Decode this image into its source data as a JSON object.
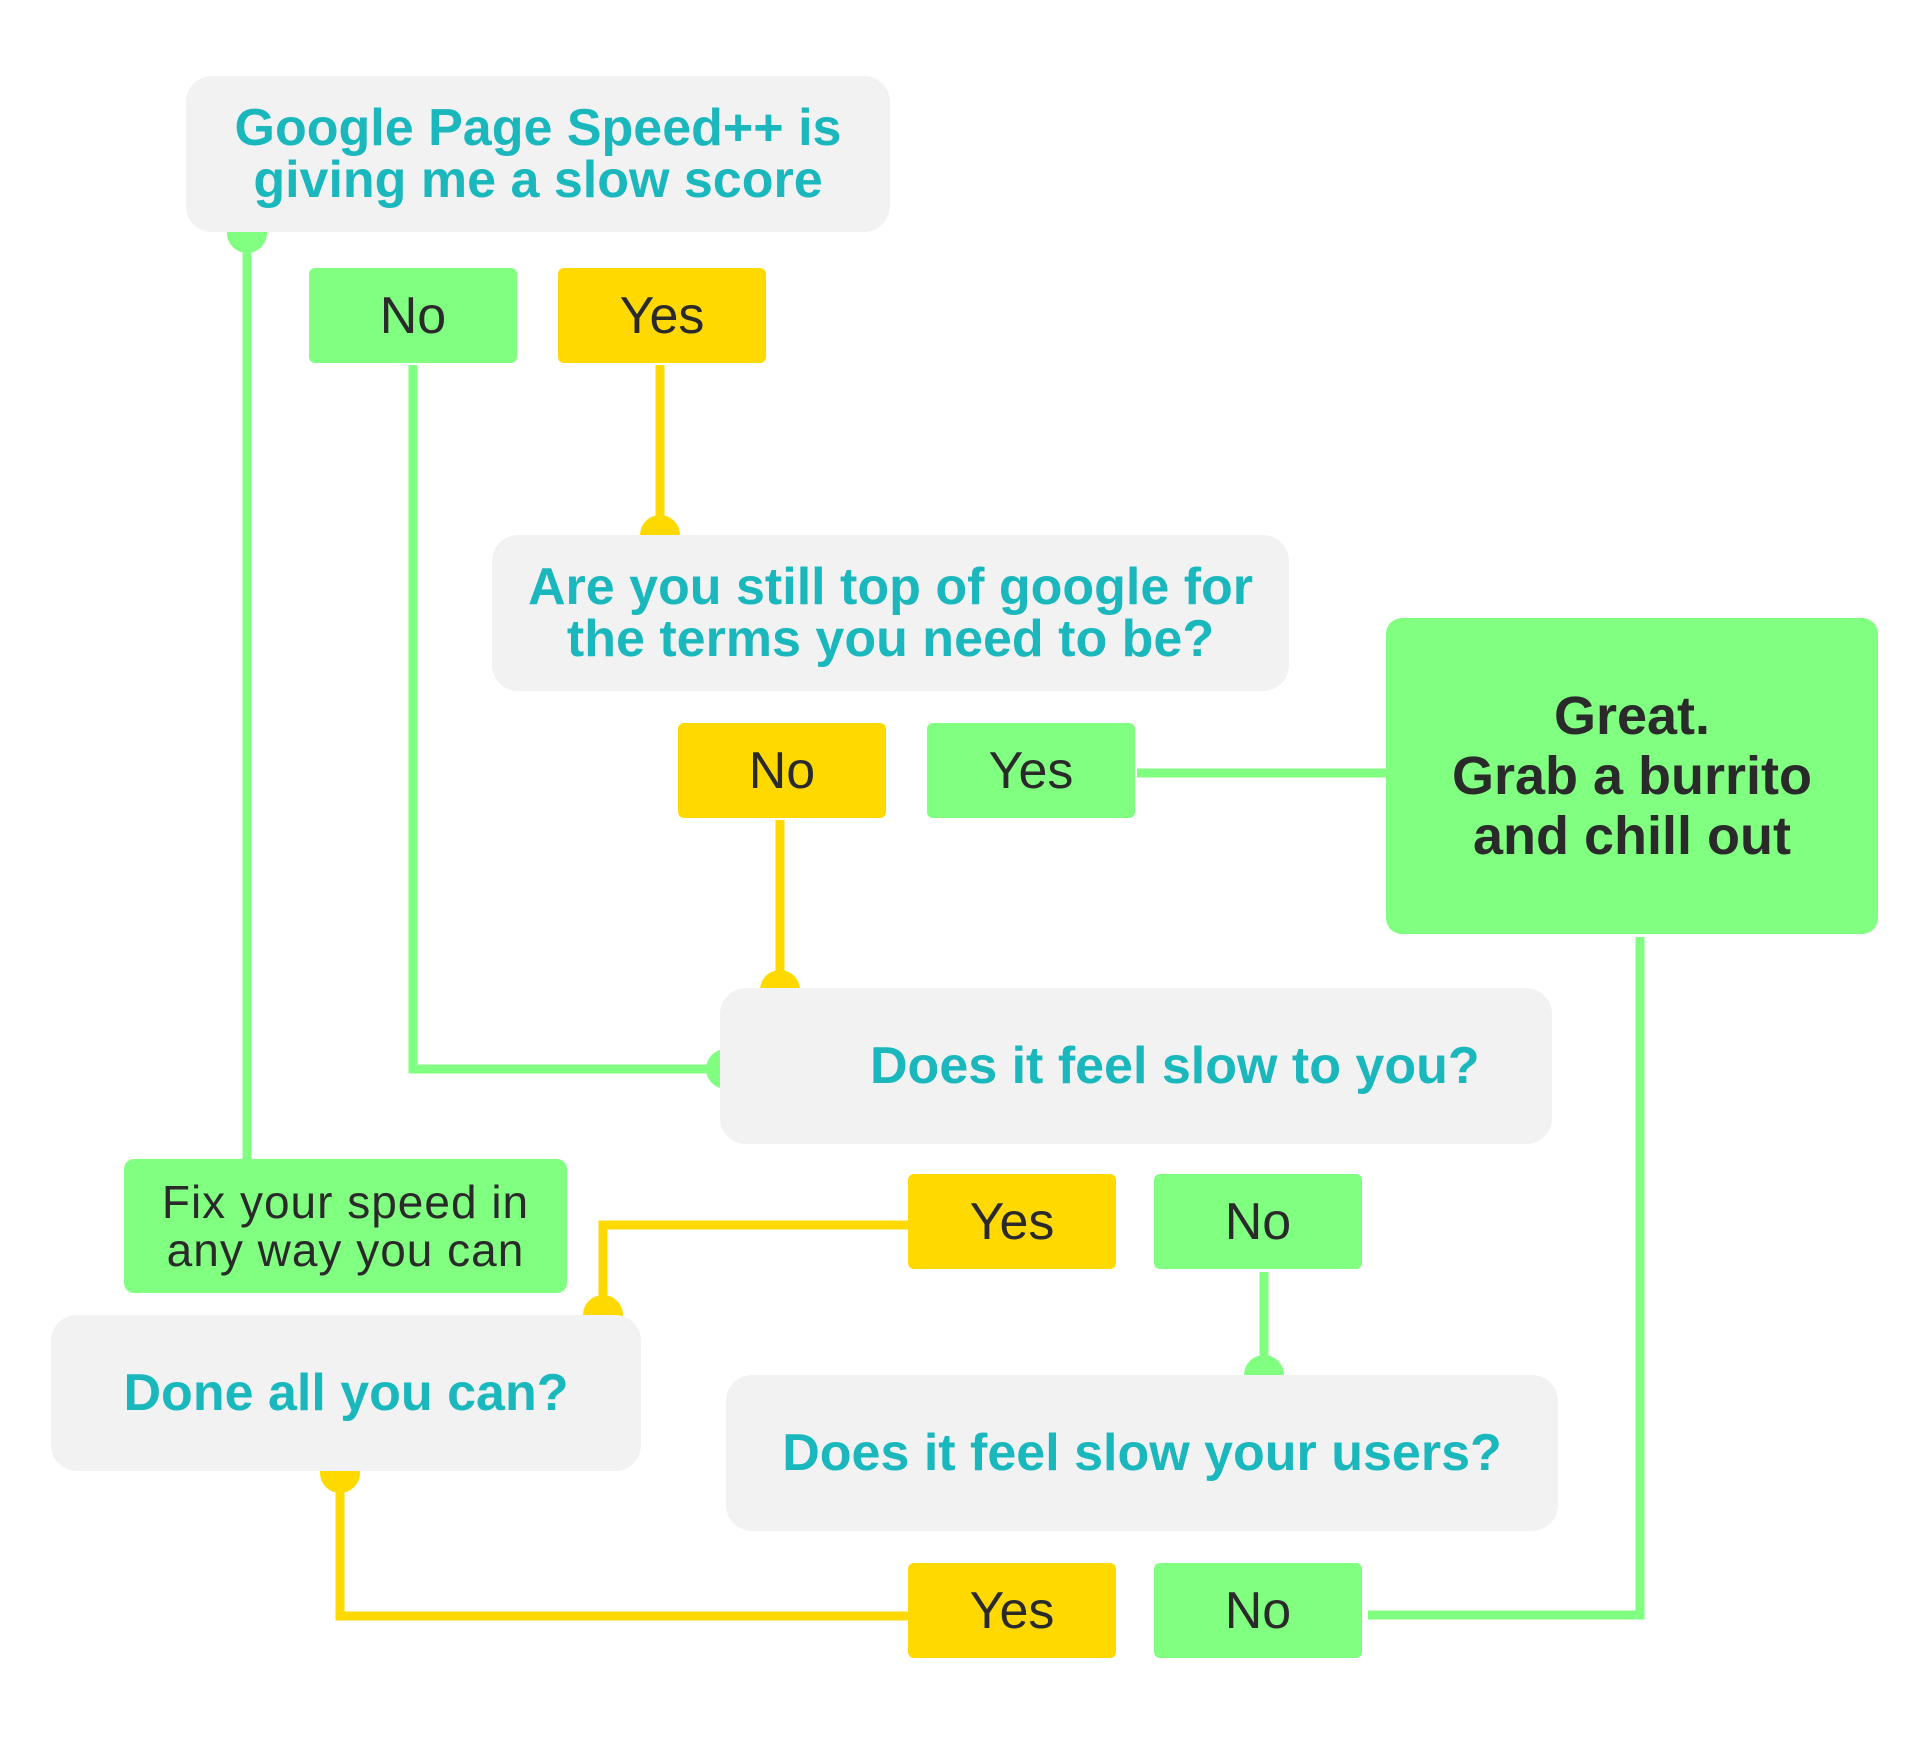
{
  "colors": {
    "green": "#80ff80",
    "yellow": "#ffd900",
    "question_text": "#1ab8bd",
    "box_bg": "#f2f2f2",
    "dark_text": "#2a2a2a"
  },
  "questions": {
    "pagespeed": {
      "line1": "Google Page Speed++ is",
      "line2": "giving me a slow score"
    },
    "top_of_google": {
      "line1": "Are you still top of google for",
      "line2": "the terms you need to be?"
    },
    "feel_slow_you": "Does it feel slow to you?",
    "done_all": "Done all you can?",
    "feel_slow_users": "Does it feel slow your users?"
  },
  "answers": {
    "pagespeed_no": "No",
    "pagespeed_yes": "Yes",
    "google_no": "No",
    "google_yes": "Yes",
    "feel_you_yes": "Yes",
    "feel_you_no": "No",
    "users_yes": "Yes",
    "users_no": "No"
  },
  "results": {
    "burrito": {
      "line1": "Great.",
      "line2": "Grab a burrito",
      "line3": "and chill out"
    },
    "fix": {
      "line1": "Fix your speed in",
      "line2": "any way you can"
    }
  }
}
